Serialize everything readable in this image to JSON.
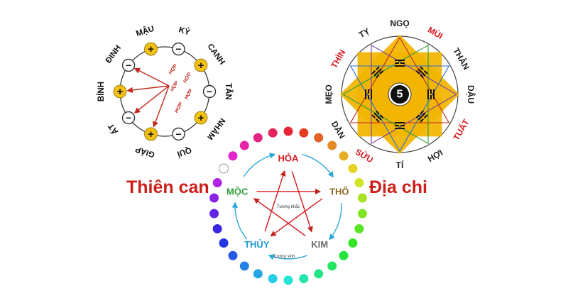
{
  "thien_can": {
    "title": "Thiên can",
    "stems": [
      {
        "label": "MẬU",
        "sign": "+"
      },
      {
        "label": "KỶ",
        "sign": "−"
      },
      {
        "label": "CANH",
        "sign": "+"
      },
      {
        "label": "TÂN",
        "sign": "−"
      },
      {
        "label": "NHÂM",
        "sign": "+"
      },
      {
        "label": "QUÍ",
        "sign": "−"
      },
      {
        "label": "GIÁP",
        "sign": "+"
      },
      {
        "label": "ẤT",
        "sign": "−"
      },
      {
        "label": "BÍNH",
        "sign": "+"
      },
      {
        "label": "ĐINH",
        "sign": "−"
      }
    ],
    "hop_labels": [
      "HỢP",
      "HỢP",
      "HỢP",
      "HỢP",
      "HỢP"
    ]
  },
  "dia_chi": {
    "title": "Địa chi",
    "center_number": "5",
    "branches": [
      {
        "label": "NGỌ",
        "color": "#222222"
      },
      {
        "label": "MÙI",
        "color": "#d4161b"
      },
      {
        "label": "THÂN",
        "color": "#222222"
      },
      {
        "label": "DẬU",
        "color": "#222222"
      },
      {
        "label": "TUẤT",
        "color": "#d4161b"
      },
      {
        "label": "HỢI",
        "color": "#222222"
      },
      {
        "label": "TÍ",
        "color": "#222222"
      },
      {
        "label": "SỬU",
        "color": "#d4161b"
      },
      {
        "label": "DẦN",
        "color": "#222222"
      },
      {
        "label": "MẸO",
        "color": "#222222"
      },
      {
        "label": "THÌN",
        "color": "#d4161b"
      },
      {
        "label": "TỴ",
        "color": "#222222"
      }
    ],
    "square_color": "#f2b400"
  },
  "ngu_hanh": {
    "elements": [
      {
        "label": "HỎA",
        "color": "#d4161b"
      },
      {
        "label": "THỔ",
        "color": "#8a6a1c"
      },
      {
        "label": "KIM",
        "color": "#6e6e6e"
      },
      {
        "label": "THỦY",
        "color": "#1f9ad6"
      },
      {
        "label": "MỘC",
        "color": "#2e9d3a"
      }
    ],
    "inner_label": "Tương khắc",
    "outer_label": "Tương sinh",
    "star_color": "#d4161b",
    "cycle_color": "#2aa7d8"
  },
  "colors": {
    "title_red": "#cc1f1a",
    "plus_yellow": "#f2c014",
    "arrow_red": "#c0271e"
  }
}
